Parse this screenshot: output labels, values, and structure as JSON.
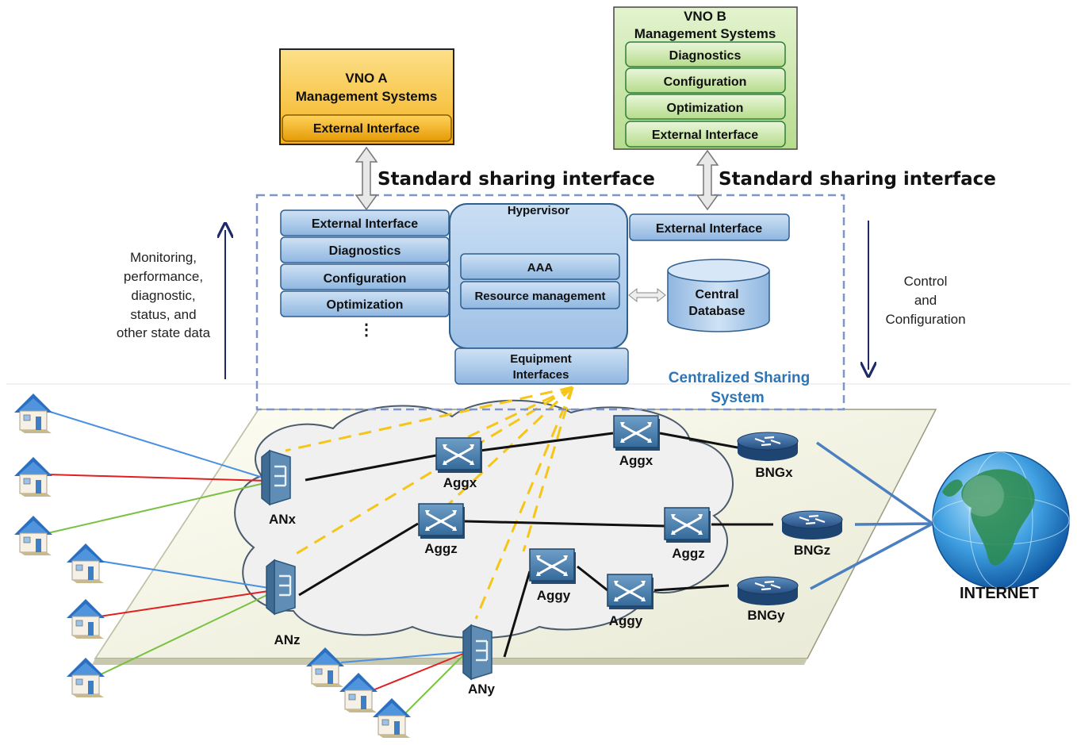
{
  "vno_a": {
    "title_line1": "VNO A",
    "title_line2": "Management  Systems",
    "external_interface": "External Interface"
  },
  "vno_b": {
    "title_line1": "VNO B",
    "title_line2": "Management  Systems",
    "modules": [
      "Diagnostics",
      "Configuration",
      "Optimization",
      "External Interface"
    ]
  },
  "sharing_interface_label": "Standard sharing interface",
  "central_system": {
    "left_modules": [
      "External Interface",
      "Diagnostics",
      "Configuration",
      "Optimization"
    ],
    "ellipsis": "⋮",
    "hypervisor": "Hypervisor",
    "aaa": "AAA",
    "resource_management": "Resource management",
    "equipment_interfaces": [
      "Equipment",
      "Interfaces"
    ],
    "right_external_interface": "External Interface",
    "database": [
      "Central",
      "Database"
    ],
    "system_label": [
      "Centralized Sharing",
      "System"
    ]
  },
  "left_annotation": [
    "Monitoring,",
    "performance,",
    "diagnostic,",
    "status,  and",
    "other state data"
  ],
  "right_annotation": [
    "Control",
    "and",
    "Configuration"
  ],
  "network": {
    "access_nodes": [
      "ANx",
      "ANz",
      "ANy"
    ],
    "aggregation_nodes": [
      "Aggx",
      "Aggx",
      "Aggz",
      "Aggz",
      "Aggy",
      "Aggy"
    ],
    "bng_nodes": [
      "BNGx",
      "BNGz",
      "BNGy"
    ],
    "internet": "INTERNET"
  },
  "colors": {
    "vno_a_fill": "#f9c335",
    "vno_b_fill": "#c9e6a8",
    "module_fill": "#a9c8e8",
    "hypervisor_fill": "#b3d0ee",
    "module_stroke": "#2f5f8f",
    "system_label": "#2e75b6",
    "dashed_border": "#7f95c8",
    "control_lines": "#f5c518",
    "link_blue": "#4a90e2",
    "link_red": "#e02020",
    "link_green": "#7ac143",
    "arrow_navy": "#1f2a6b"
  }
}
